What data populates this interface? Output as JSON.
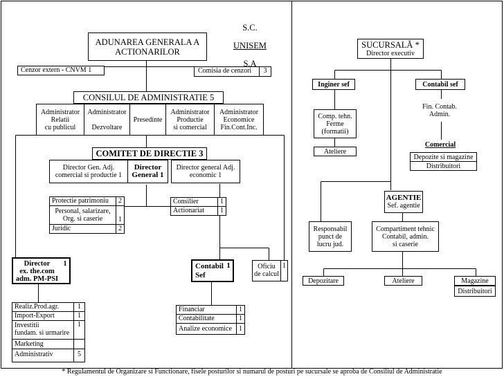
{
  "company": {
    "line1": "S.C.",
    "line2": "UNISEM",
    "line3": "S.A"
  },
  "aga": "ADUNAREA GENERALA A\nACTIONARILOR",
  "cenzor_extern": {
    "label": "Cenzor extern - CNVM",
    "count": "1"
  },
  "comisia_cenzori": {
    "label": "Comisia de cenzori",
    "count": "3"
  },
  "consiliu": "CONSILUL DE ADMINISTRATIE 5",
  "admins": [
    "Administrator\nRelatii\ncu publicul",
    "Administrator\n\nDezvoltare",
    "Presedinte",
    "Administrator\nProductie\nsi comercial",
    "Administrator\nEconomice\nFin.Cont.Inc."
  ],
  "comitet": "COMITET DE DIRECTIE  3",
  "dir_gen_adj_com": "Director Gen. Adj.\ncomercial si productie 1",
  "director_general": "Director\nGeneral 1",
  "dir_gen_adj_eco": "Director general Adj.\neconomic 1",
  "staff_left": [
    {
      "label": "Protectie patrimoniu",
      "count": "2"
    },
    {
      "label": "Personal, salarizare,\nOrg. si caserie",
      "count": "1"
    },
    {
      "label": "Juridic",
      "count": "2"
    }
  ],
  "staff_right": [
    {
      "label": "Consilier",
      "count": "1"
    },
    {
      "label": "Actionariat",
      "count": "1"
    }
  ],
  "director_tehnic": {
    "label": "Director\nex. the.com\nadm. PM-PSI",
    "count": "1"
  },
  "tehnic_items": [
    {
      "label": "Realiz.Prod.agr.",
      "count": "1"
    },
    {
      "label": "Import-Export",
      "count": "1"
    },
    {
      "label": "Investitii\nfundam. si urmarire",
      "count": "1"
    },
    {
      "label": "Marketing",
      "count": ""
    },
    {
      "label": "Administrativ",
      "count": "5"
    }
  ],
  "contabil_sef": {
    "label": "Contabil\nSef",
    "count": "1"
  },
  "contabil_items": [
    {
      "label": "Financiar",
      "count": "1"
    },
    {
      "label": "Contabilitate",
      "count": "1"
    },
    {
      "label": "Analize economice",
      "count": "1"
    }
  ],
  "oficiu_calcul": {
    "label": "Oficiu\nde calcul",
    "count": "1"
  },
  "sucursala": {
    "title": "SUCURSALĂ *",
    "subtitle": "Director executiv"
  },
  "inginer_sef": "Inginer sef",
  "comp_tehn": "Comp. tehn.\nFerme\n(formatii)",
  "ateliere_1": "Ateliere",
  "contabil_sef_suc": "Contabil sef",
  "fin_contab": "Fin. Contab.\nAdmin.",
  "comercial": "Comercial",
  "depozite_magazine": "Depozite si magazine",
  "distribuitori_1": "Distribuitori",
  "agentie": {
    "title": "AGENTIE",
    "subtitle": "Sef. agentie"
  },
  "responsabil": "Responsabil\npunct de\nlucru jud.",
  "compartiment": "Compartiment tehnic\nContabil, admin.\nsi caserie",
  "depozitare": "Depozitare",
  "ateliere_2": "Ateliere",
  "magazine": "Magazine",
  "distribuitori_2": "Distribuitori",
  "footnote": "* Regulamentul de Organizare si Functionare, fisele posturilor si numarul de posturi pe sucursale se aproba de Consiliul de Administratie"
}
